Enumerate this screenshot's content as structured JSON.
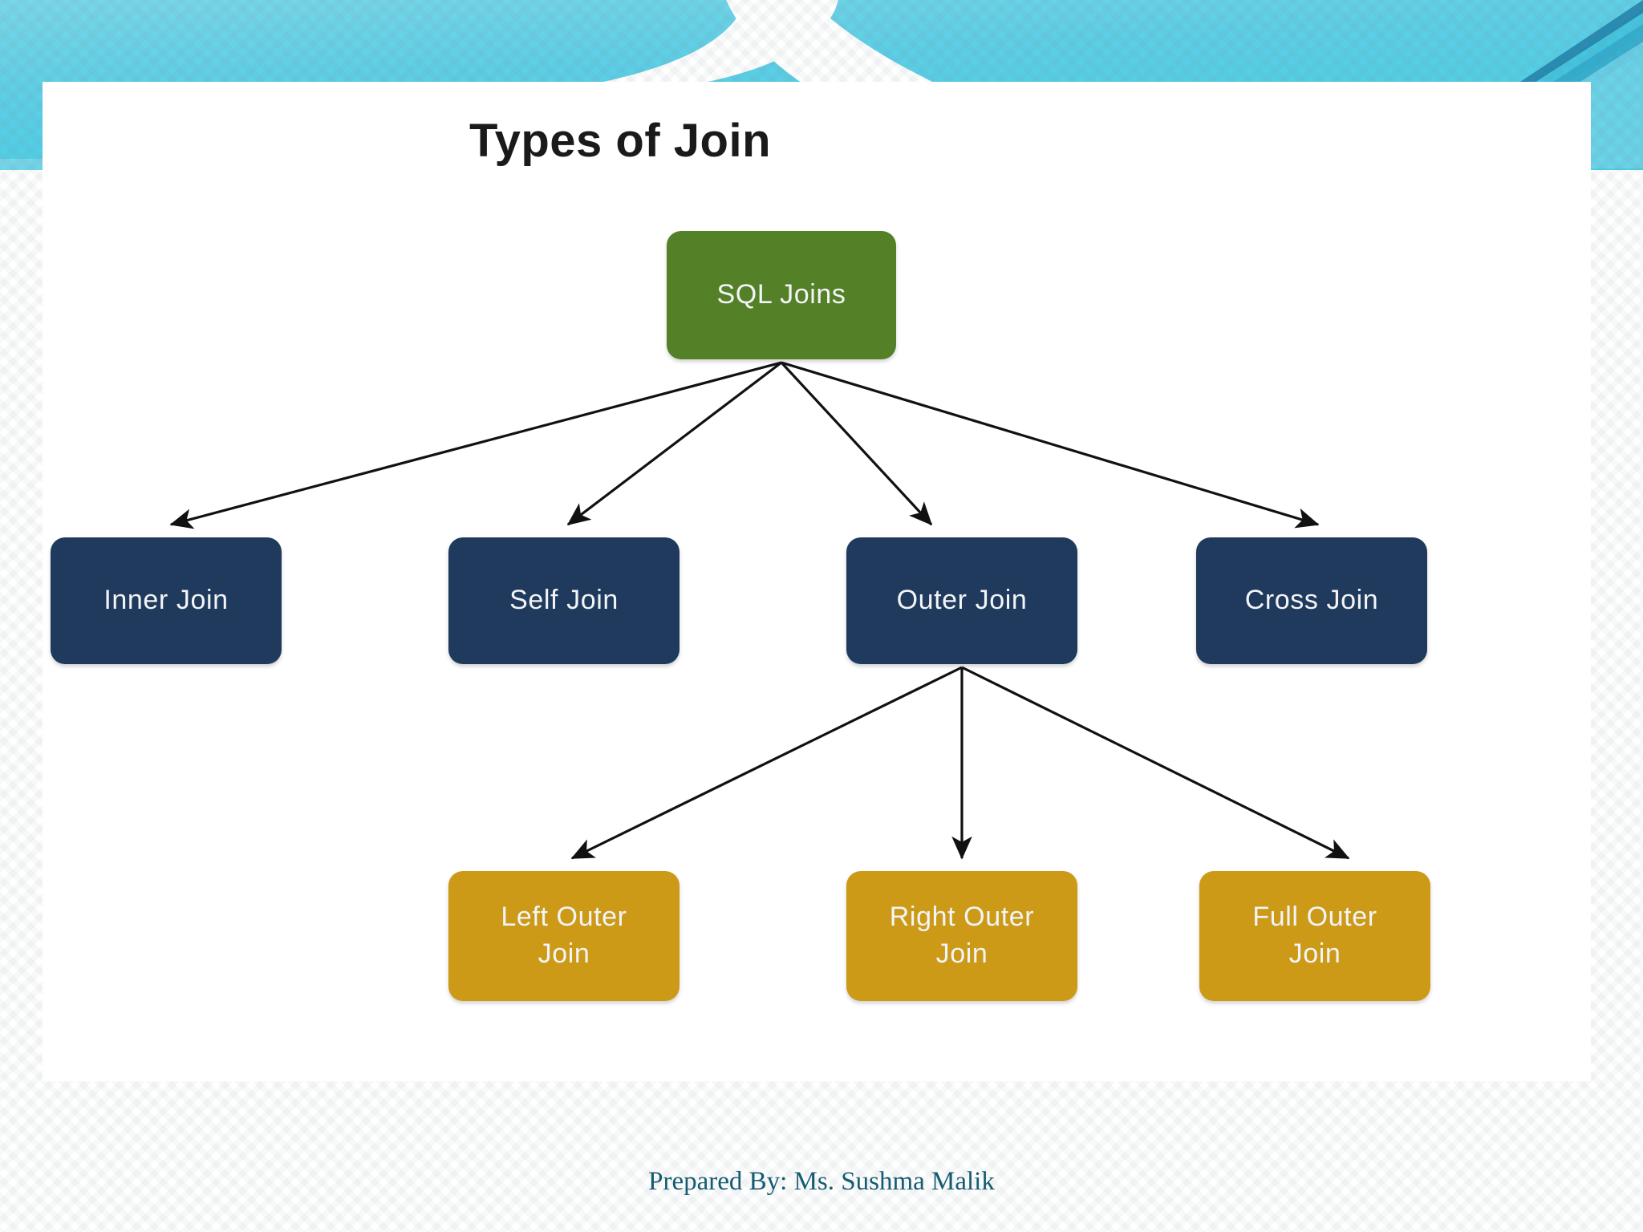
{
  "slide": {
    "diagram_title": "Types of Join",
    "footer_text": "Prepared By: Ms. Sushma Malik"
  },
  "colors": {
    "root_node": "#548127",
    "level1_node": "#1f3a5c",
    "level2_node": "#cc9a17",
    "node_text": "#f2f4f7",
    "title_text": "#1a1a1a",
    "footer_text": "#155b72",
    "banner_light": "#8fe0ef",
    "banner_mid": "#4fc7e0",
    "banner_accent": "#1f7fa8",
    "card_background": "#ffffff",
    "edge_stroke": "#111111"
  },
  "diagram": {
    "type": "tree",
    "root": {
      "id": "sql-joins",
      "label": "SQL Joins",
      "level": 0
    },
    "level1": [
      {
        "id": "inner-join",
        "label": "Inner Join",
        "level": 1
      },
      {
        "id": "self-join",
        "label": "Self Join",
        "level": 1
      },
      {
        "id": "outer-join",
        "label": "Outer Join",
        "level": 1
      },
      {
        "id": "cross-join",
        "label": "Cross Join",
        "level": 1
      }
    ],
    "level2_parent": "outer-join",
    "level2": [
      {
        "id": "left-outer-join",
        "label": "Left Outer\nJoin",
        "level": 2
      },
      {
        "id": "right-outer-join",
        "label": "Right Outer\nJoin",
        "level": 2
      },
      {
        "id": "full-outer-join",
        "label": "Full Outer\nJoin",
        "level": 2
      }
    ],
    "edges": [
      {
        "from": "sql-joins",
        "to": "inner-join"
      },
      {
        "from": "sql-joins",
        "to": "self-join"
      },
      {
        "from": "sql-joins",
        "to": "outer-join"
      },
      {
        "from": "sql-joins",
        "to": "cross-join"
      },
      {
        "from": "outer-join",
        "to": "left-outer-join"
      },
      {
        "from": "outer-join",
        "to": "right-outer-join"
      },
      {
        "from": "outer-join",
        "to": "full-outer-join"
      }
    ]
  }
}
